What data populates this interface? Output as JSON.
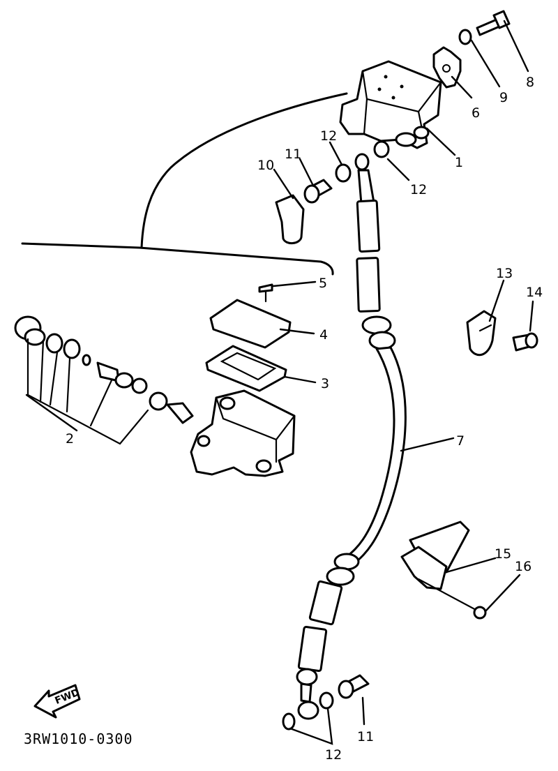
{
  "diagram_code": "3RW1010-0300",
  "fwd_label": "FWD",
  "callouts": {
    "c1": "1",
    "c2": "2",
    "c3": "3",
    "c4": "4",
    "c5": "5",
    "c6": "6",
    "c7": "7",
    "c8": "8",
    "c9": "9",
    "c10": "10",
    "c11_top": "11",
    "c11_bottom": "11",
    "c12_top_left": "12",
    "c12_top_right": "12",
    "c12_bottom": "12",
    "c13": "13",
    "c14": "14",
    "c15": "15",
    "c16": "16"
  }
}
